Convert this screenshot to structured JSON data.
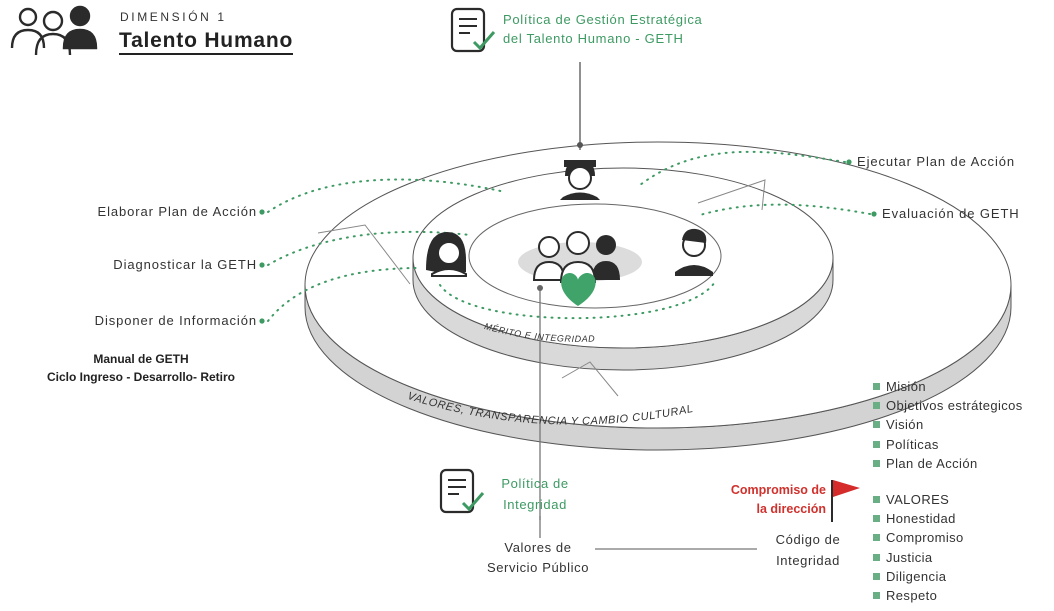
{
  "header": {
    "dimension_label": "DIMENSIÓN 1",
    "title": "Talento Humano"
  },
  "policy_top": {
    "line1": "Política de Gestión Estratégica",
    "line2": "del Talento Humano - GETH"
  },
  "left_steps": {
    "step1": "Elaborar Plan de Acción",
    "step2": "Diagnosticar la GETH",
    "step3": "Disponer de Información"
  },
  "right_steps": {
    "step1": "Ejecutar Plan de Acción",
    "step2": "Evaluación de GETH"
  },
  "manual": {
    "line1": "Manual de GETH",
    "line2": "Ciclo Ingreso - Desarrollo- Retiro"
  },
  "rings": {
    "inner": "MÉRITO E INTEGRIDAD",
    "outer": "VALORES, TRANSPARENCIA Y CAMBIO CULTURAL"
  },
  "policy_bottom": {
    "line1": "Política de",
    "line2": "Integridad"
  },
  "public_values": {
    "line1": "Valores de",
    "line2": "Servicio Público"
  },
  "commitment": {
    "line1": "Compromiso de",
    "line2": "la dirección"
  },
  "code": {
    "line1": "Código de",
    "line2": "Integridad"
  },
  "strategy_list": [
    "Misión",
    "Objetivos estrátegicos",
    "Visión",
    "Políticas",
    "Plan de Acción"
  ],
  "values_list": [
    "VALORES",
    "Honestidad",
    "Compromiso",
    "Justicia",
    "Diligencia",
    "Respeto"
  ],
  "colors": {
    "accent_green": "#3d9a63",
    "heart_green": "#3fa36a",
    "commitment_red": "#d0312d",
    "flag_red": "#d52b2b"
  }
}
